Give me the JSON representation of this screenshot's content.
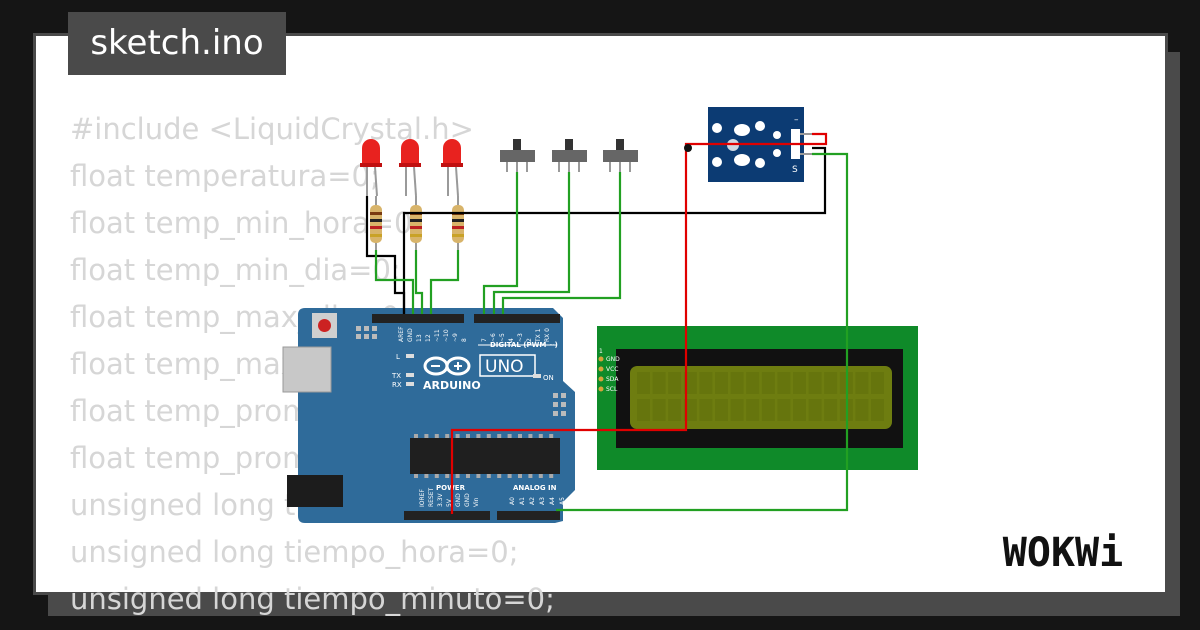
{
  "header": {
    "title": "sketch.ino"
  },
  "code_lines": [
    "#include <LiquidCrystal.h>",
    "float temperatura=0;",
    "float temp_min_hora=0;",
    "float temp_min_dia=0;",
    "float temp_max_dia=0;",
    "float temp_max_hora=0;",
    "float temp_prom_hora=0;",
    "float temp_prom_dia=0;",
    "unsigned long tiempo_dia=0;",
    "unsigned long tiempo_hora=0;",
    "unsigned long tiempo_minuto=0;"
  ],
  "arduino": {
    "pin_header_digital": [
      "AREF",
      "GND",
      "13",
      "12",
      "~11",
      "~10",
      "~9",
      "8",
      "7",
      "~6",
      "~5",
      "4",
      "~3",
      "2",
      "TX 1",
      "RX 0"
    ],
    "digital_label": "DIGITAL (PWM ~)",
    "brand": "ARDUINO",
    "model": "UNO",
    "on_label": "ON",
    "led_labels": [
      "L",
      "TX",
      "RX"
    ],
    "power_labels": [
      "IOREF",
      "RESET",
      "3.3V",
      "5V",
      "GND",
      "GND",
      "Vin"
    ],
    "power_title": "POWER",
    "analog_title": "ANALOG IN",
    "analog_labels": [
      "A0",
      "A1",
      "A2",
      "A3",
      "A4",
      "A5"
    ]
  },
  "lcd": {
    "pins": [
      "GND",
      "VCC",
      "SDA",
      "SCL"
    ],
    "pin1_label": "1"
  },
  "sensor": {
    "labels": [
      "–",
      "S"
    ]
  },
  "logo": {
    "text": "WOKWi"
  },
  "colors": {
    "board": "#2f6b9a",
    "wire_red": "#e00000",
    "wire_green": "#22a022",
    "wire_black": "#000000",
    "lcd_pcb": "#0f8a29",
    "lcd_screen": "#6e7d10",
    "sensor": "#0c3b73"
  }
}
